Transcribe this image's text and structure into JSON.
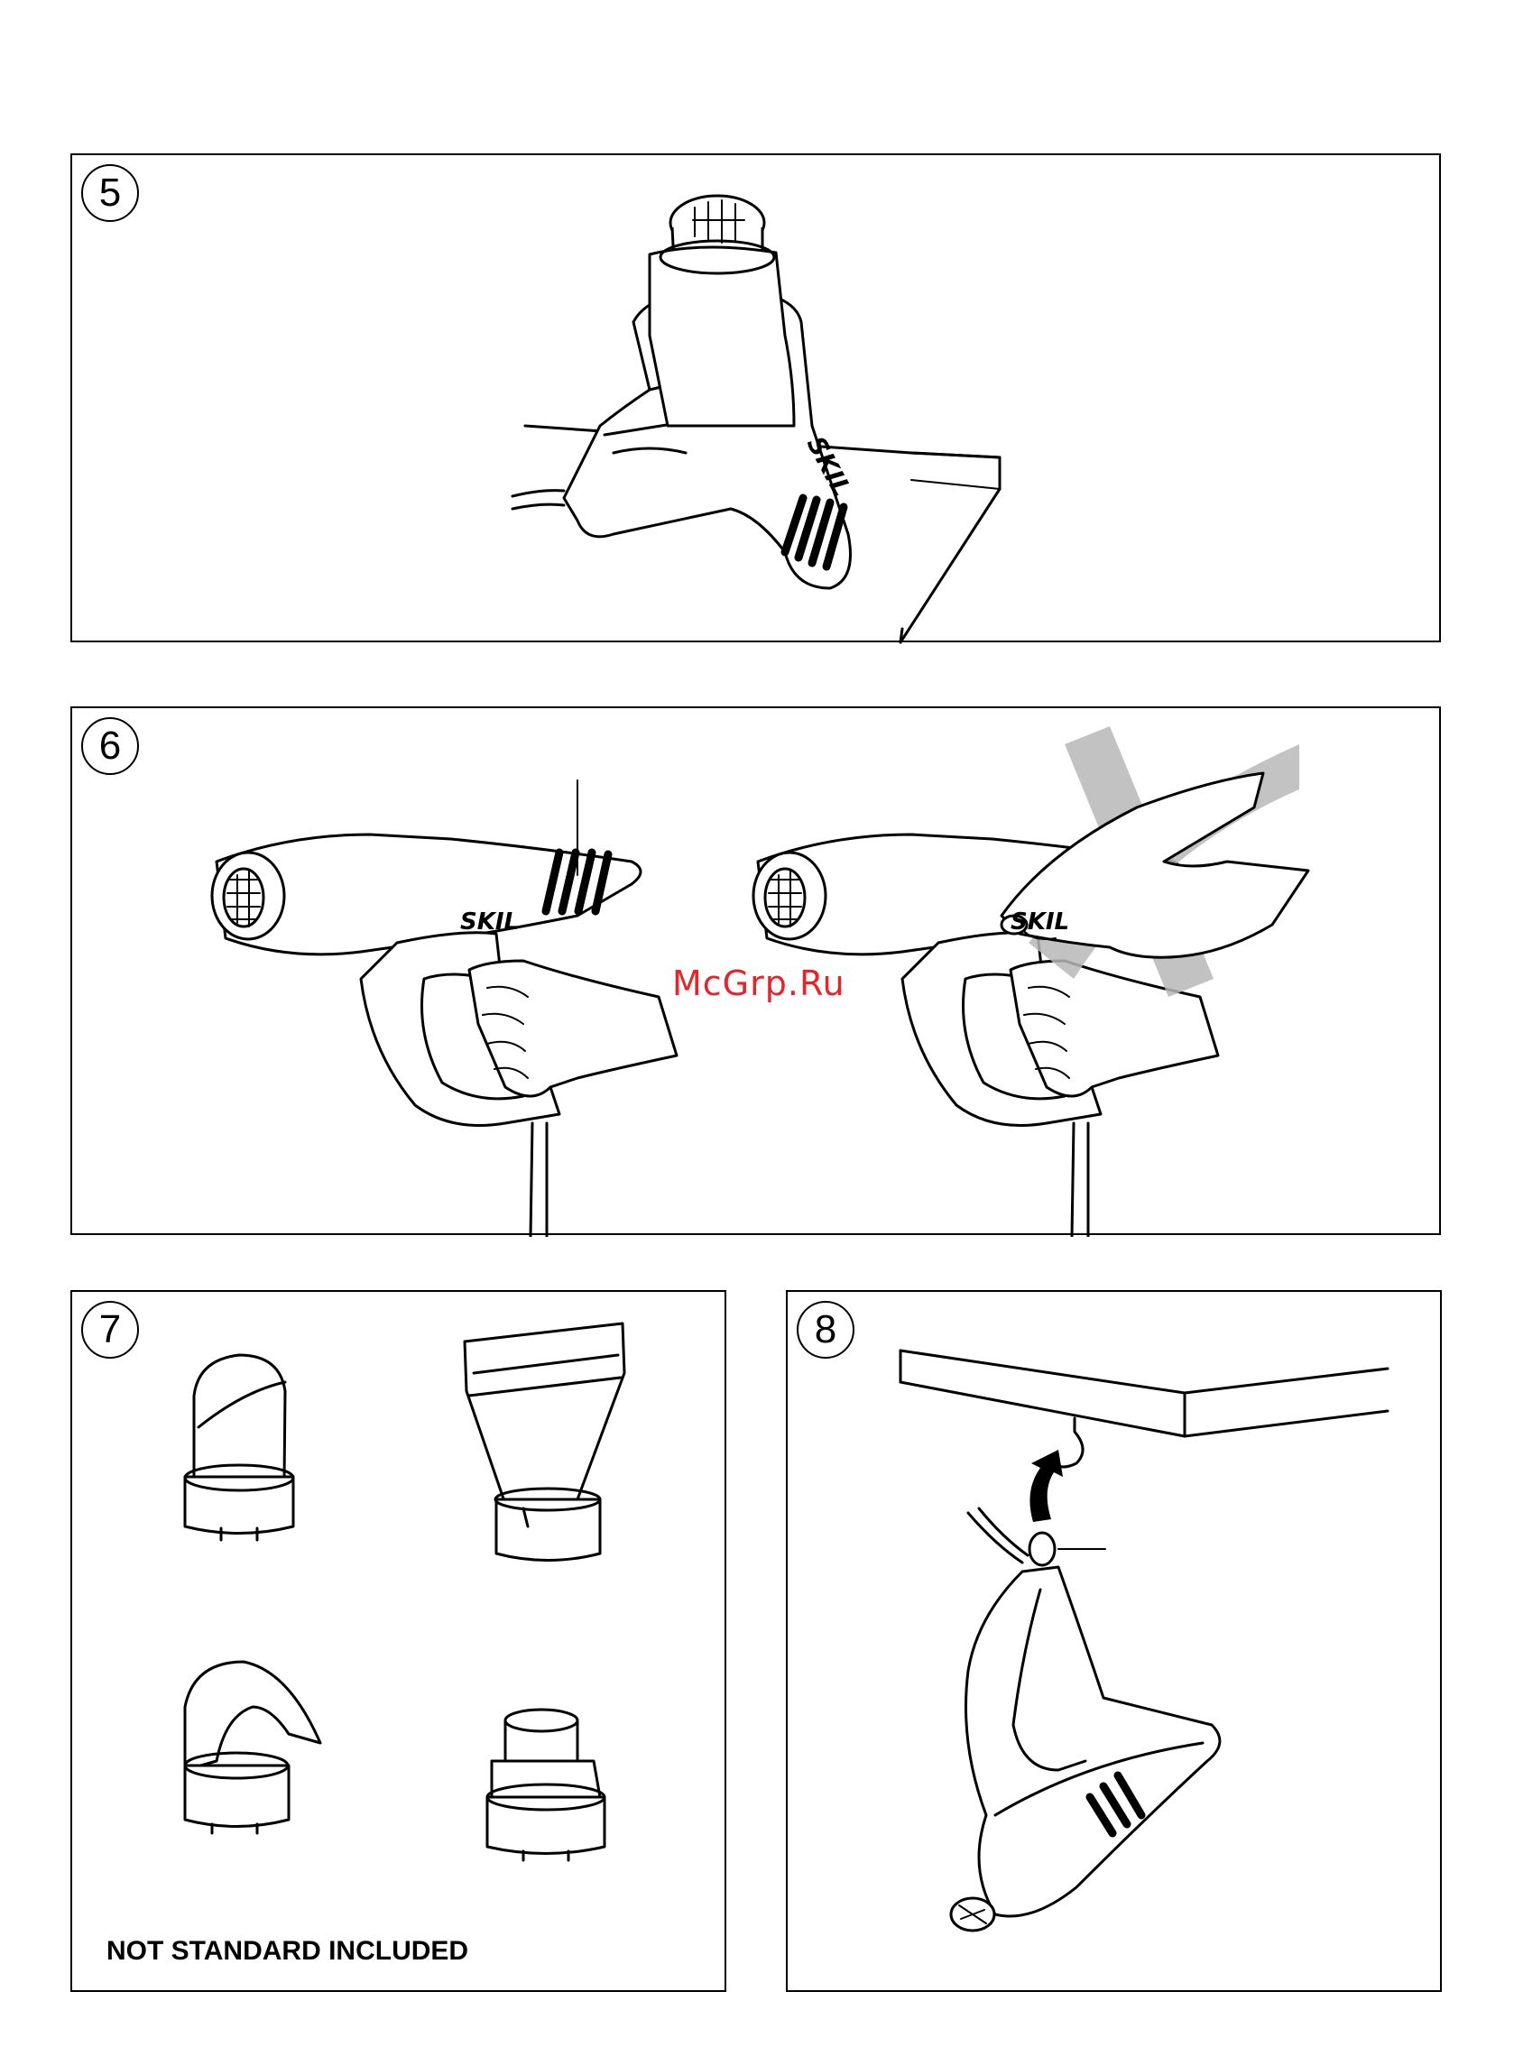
{
  "panels": [
    {
      "id": "5",
      "label": "5"
    },
    {
      "id": "6",
      "label": "6"
    },
    {
      "id": "7",
      "label": "7",
      "note": "NOT STANDARD INCLUDED"
    },
    {
      "id": "8",
      "label": "8"
    }
  ],
  "brand_marks": {
    "brand": "SKIL"
  },
  "watermark": "McGrp.Ru",
  "colors": {
    "ink": "#000000",
    "watermark": "#e3262b",
    "cross": "#b8b8b8"
  },
  "icons": [
    "heat-gun",
    "table",
    "hand",
    "cross-mark",
    "reflector-nozzle",
    "flat-nozzle",
    "glass-protection-nozzle",
    "reducer-nozzle",
    "hook",
    "arrow"
  ]
}
